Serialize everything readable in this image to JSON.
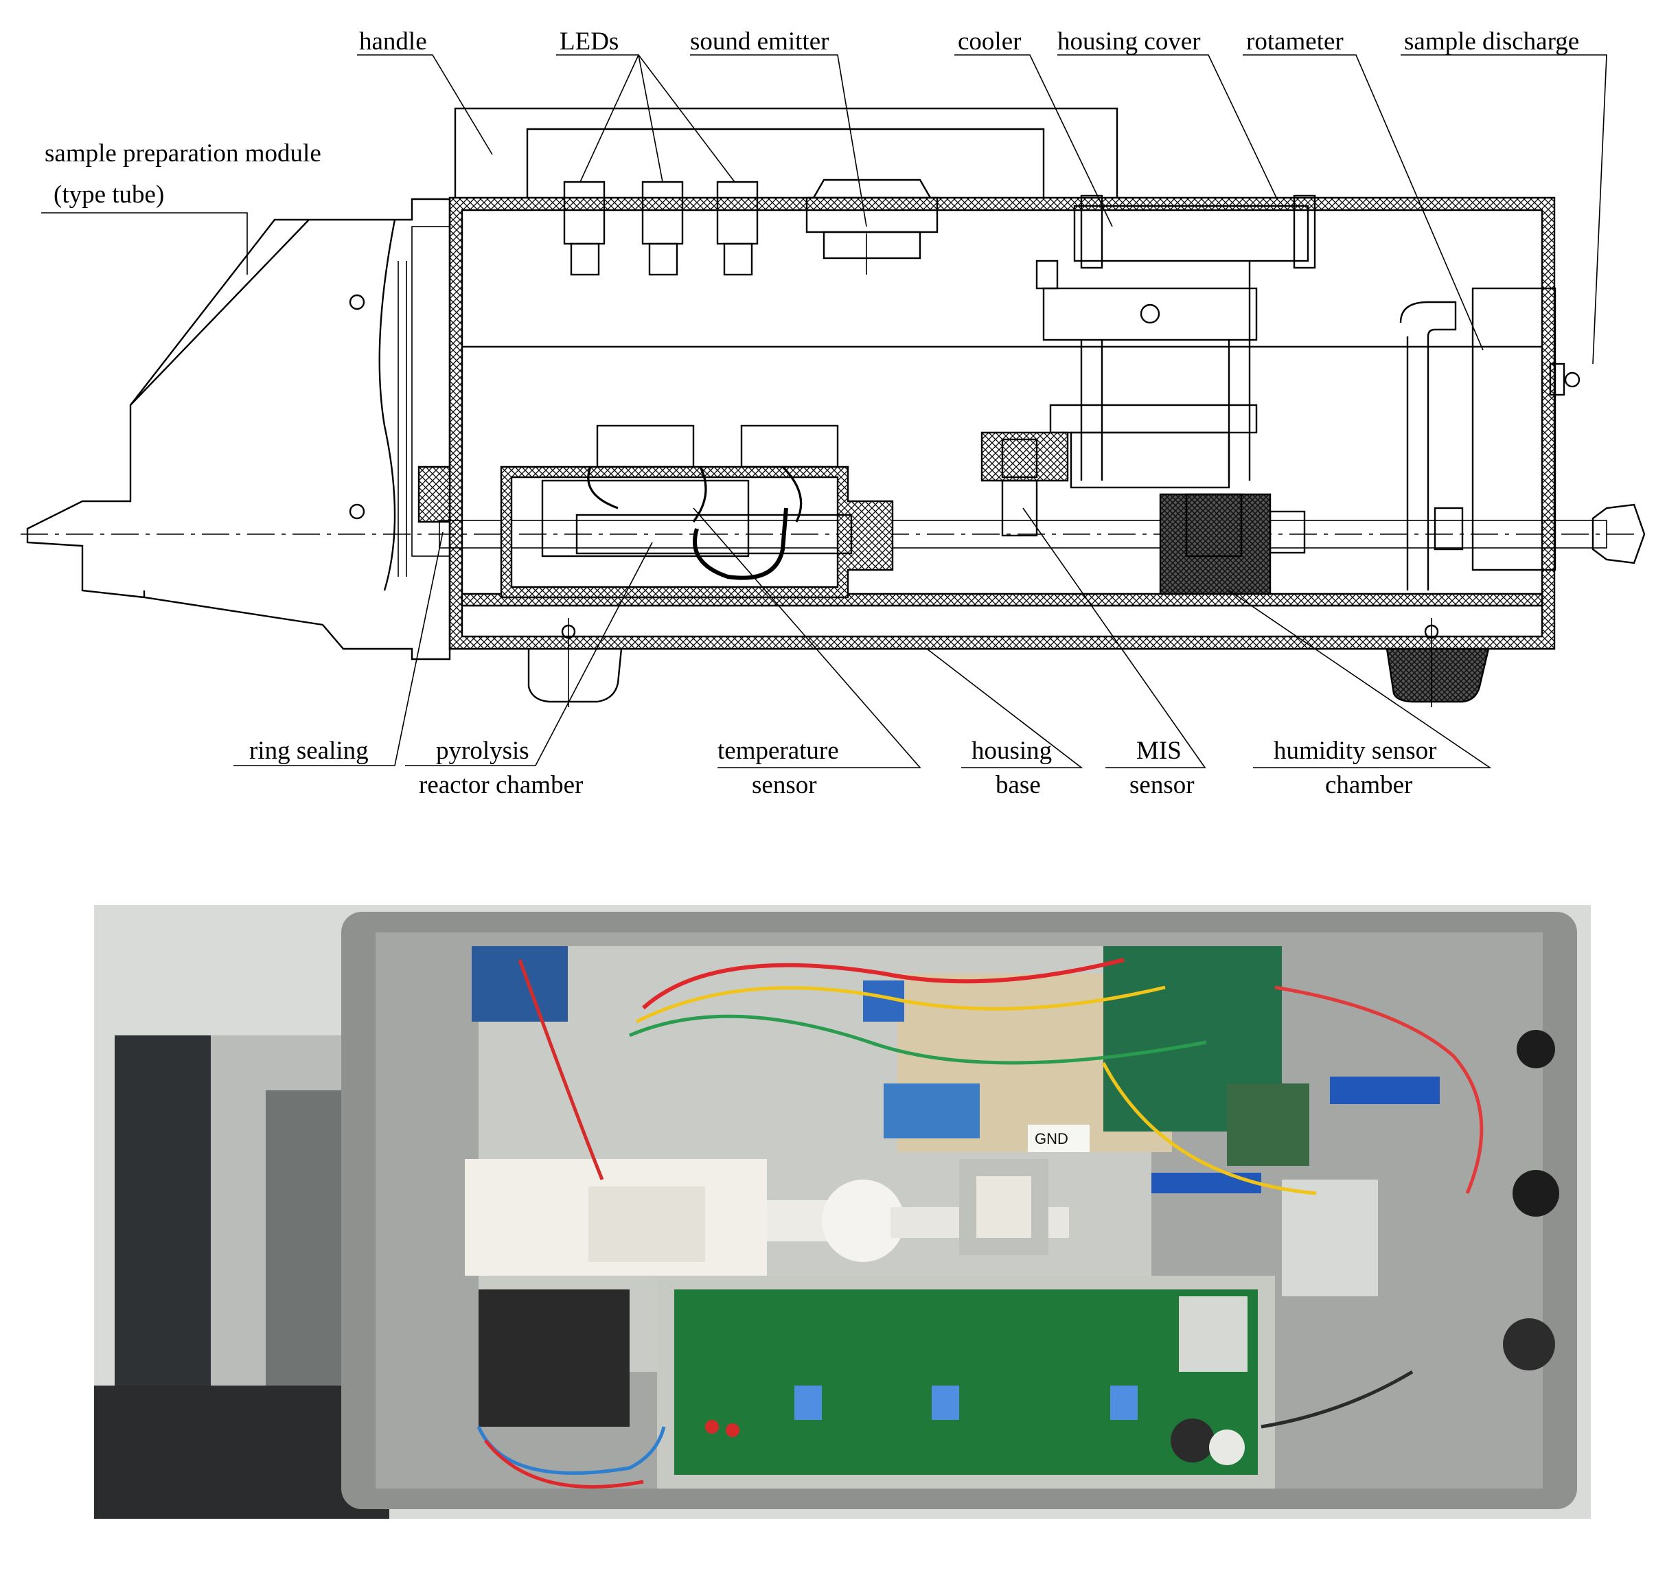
{
  "diagram": {
    "labels": {
      "handle": "handle",
      "leds": "LEDs",
      "sound_emitter": "sound emitter",
      "cooler": "cooler",
      "housing_cover": "housing cover",
      "rotameter": "rotameter",
      "sample_discharge": "sample discharge",
      "sample_prep_line1": "sample preparation module",
      "sample_prep_line2": "(type tube)",
      "ring_sealing": "ring sealing",
      "pyrolysis_line1": "pyrolysis",
      "pyrolysis_line2": "reactor chamber",
      "temp_line1": "temperature",
      "temp_line2": "sensor",
      "housing_base_line1": "housing",
      "housing_base_line2": "base",
      "mis_line1": "MIS",
      "mis_line2": "sensor",
      "humidity_line1": "humidity sensor",
      "humidity_line2": "chamber"
    }
  },
  "photo": {
    "pcb_labels": {
      "gnd": "GND"
    },
    "colors": {
      "housing": "#8e918d",
      "pcb": "#1f7a3a",
      "aluminium": "#c9ccc6",
      "ceramic": "#f1efe8"
    }
  }
}
